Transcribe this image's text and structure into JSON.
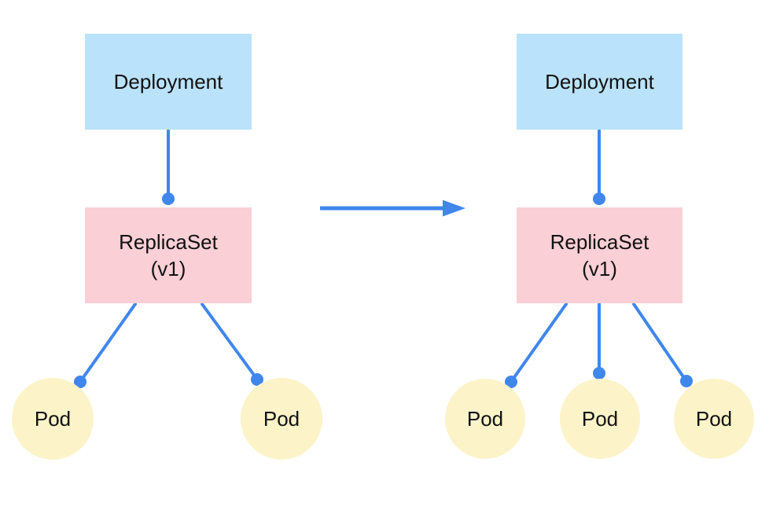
{
  "colors": {
    "node_blue": "#bae2fb",
    "node_pink": "#facfd5",
    "node_yellow": "#fcf3c9",
    "connector_blue": "#3f86ed",
    "text": "#111111",
    "background": "#ffffff"
  },
  "before": {
    "deployment": "Deployment",
    "replicaset_line1": "ReplicaSet",
    "replicaset_line2": "(v1)",
    "pods": [
      "Pod",
      "Pod"
    ]
  },
  "after": {
    "deployment": "Deployment",
    "replicaset_line1": "ReplicaSet",
    "replicaset_line2": "(v1)",
    "pods": [
      "Pod",
      "Pod",
      "Pod"
    ]
  }
}
